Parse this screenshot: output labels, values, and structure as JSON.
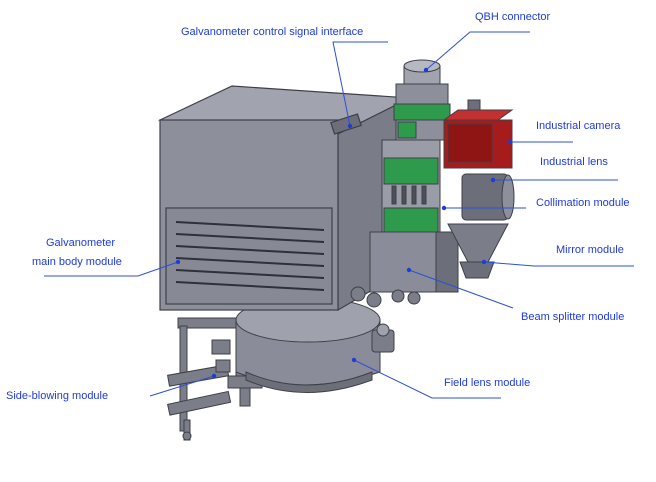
{
  "colors": {
    "label_text": "#1f3bd8",
    "leader_line": "#2b50d6",
    "body_gray": "#8a8d99",
    "body_gray_dark": "#6c6f7a",
    "camera_red": "#a61b1b",
    "green_band": "#2e9a4c"
  },
  "labels": {
    "galvo_signal_interface": "Galvanometer control signal interface",
    "qbh_connector": "QBH connector",
    "industrial_camera": "Industrial camera",
    "industrial_lens": "Industrial lens",
    "collimation_module": "Collimation module",
    "galvo_main_body_line1": "Galvanometer",
    "galvo_main_body_line2": "main body module",
    "mirror_module": "Mirror module",
    "beam_splitter_module": "Beam splitter module",
    "field_lens_module": "Field lens module",
    "side_blowing_module": "Side-blowing module"
  }
}
